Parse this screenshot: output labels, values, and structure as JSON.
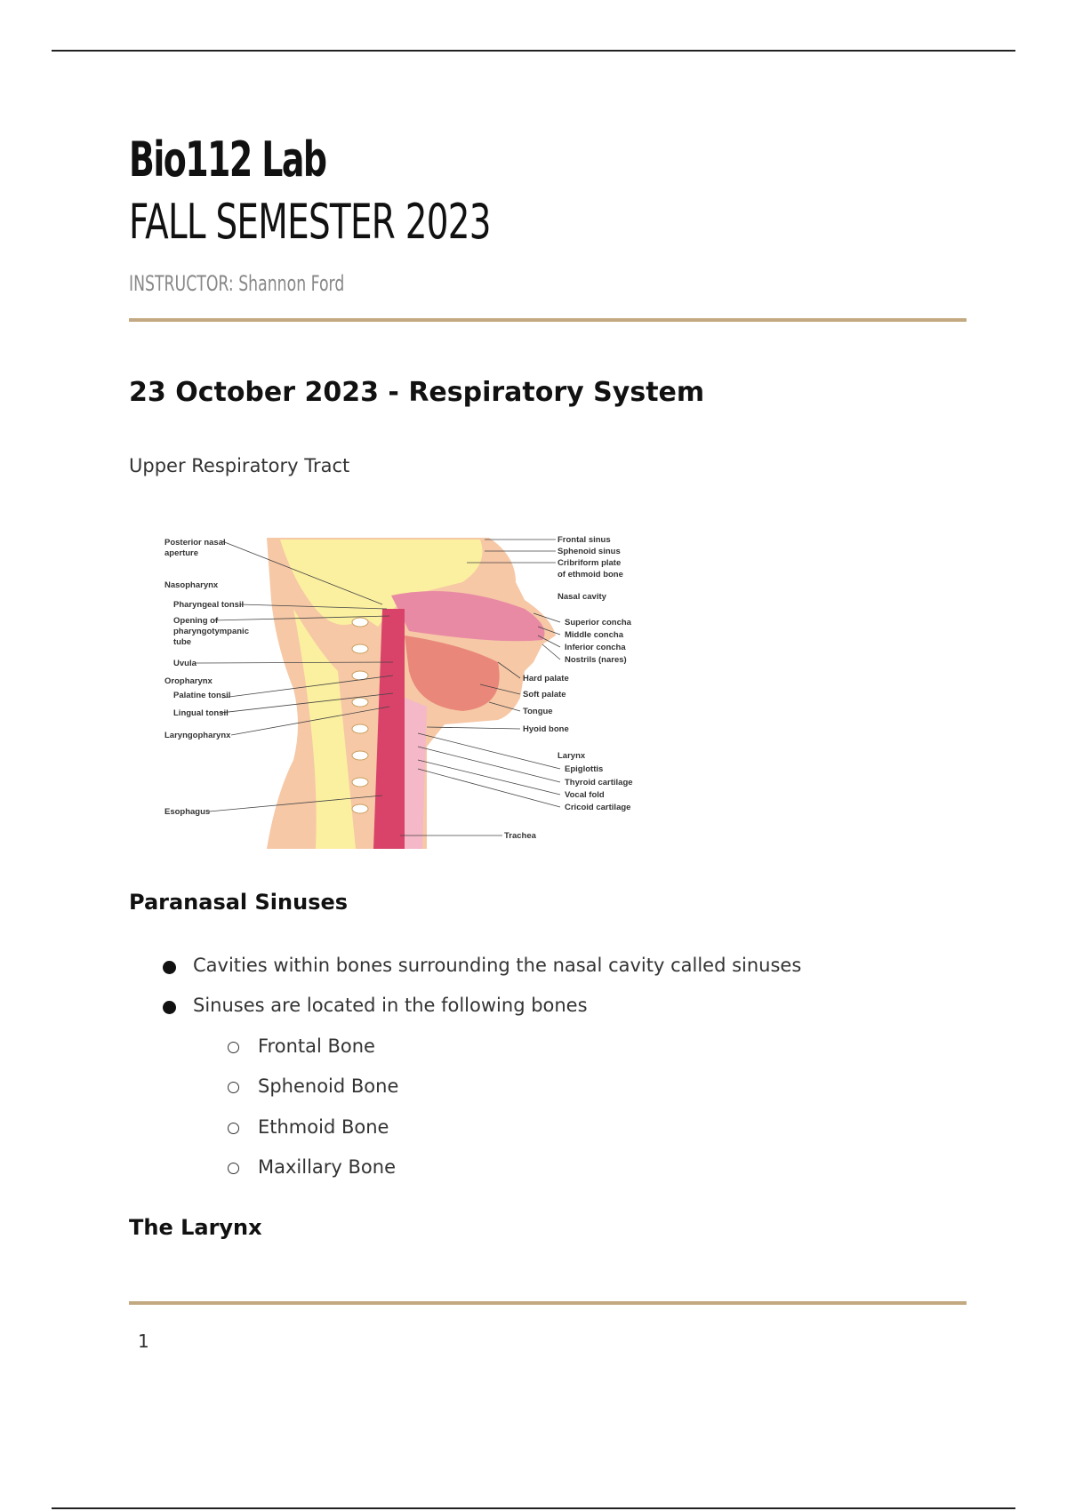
{
  "header": {
    "title": "Bio112 Lab",
    "subtitle": "FALL SEMESTER 2023",
    "instructor": "INSTRUCTOR: Shannon Ford"
  },
  "section": {
    "heading": "23 October 2023 - Respiratory System",
    "intro": "Upper Respiratory Tract"
  },
  "diagram": {
    "left_labels": [
      "Posterior nasal",
      "aperture",
      "Nasopharynx",
      "Pharyngeal tonsil",
      "Opening of",
      "pharyngotympanic",
      "tube",
      "Uvula",
      "Oropharynx",
      "Palatine tonsil",
      "Lingual tonsil",
      "Laryngopharynx",
      "Esophagus"
    ],
    "right_labels": [
      "Frontal sinus",
      "Sphenoid sinus",
      "Cribriform plate",
      "of ethmoid bone",
      "Nasal cavity",
      "Superior concha",
      "Middle concha",
      "Inferior concha",
      "Nostrils (nares)",
      "Hard palate",
      "Soft palate",
      "Tongue",
      "Hyoid bone",
      "Larynx",
      "Epiglottis",
      "Thyroid cartilage",
      "Vocal fold",
      "Cricoid cartilage",
      "Trachea"
    ]
  },
  "sinuses": {
    "heading": "Paranasal Sinuses",
    "bullets": [
      "Cavities within bones surrounding the nasal cavity called sinuses",
      "Sinuses are located in the following bones"
    ],
    "sub_bullets": [
      "Frontal Bone",
      "Sphenoid Bone",
      "Ethmoid Bone",
      "Maxillary Bone"
    ]
  },
  "larynx": {
    "heading": "The Larynx"
  },
  "footer": {
    "page_number": "1"
  },
  "colors": {
    "accent_rule": "#c3a982"
  }
}
